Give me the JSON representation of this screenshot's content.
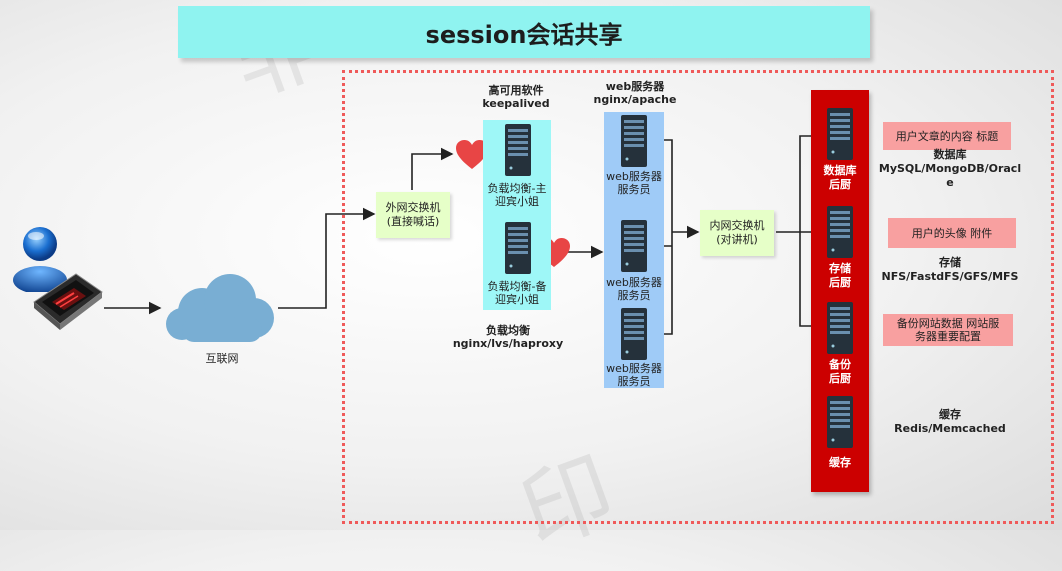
{
  "title": "session会话共享",
  "internet": {
    "label": "互联网"
  },
  "outer_switch": {
    "line1": "外网交换机",
    "line2": "(直接喊话)"
  },
  "keepalived": {
    "line1": "高可用软件",
    "line2": "keepalived"
  },
  "lb_master": {
    "line1": "负载均衡-主",
    "line2": "迎宾小姐"
  },
  "lb_backup": {
    "line1": "负载均衡-备",
    "line2": "迎宾小姐"
  },
  "lb_caption": {
    "line1": "负载均衡",
    "line2": "nginx/lvs/haproxy"
  },
  "web_caption": {
    "line1": "web服务器",
    "line2": "nginx/apache"
  },
  "web_servers": [
    {
      "line1": "web服务器",
      "line2": "服务员"
    },
    {
      "line1": "web服务器",
      "line2": "服务员"
    },
    {
      "line1": "web服务器",
      "line2": "服务员"
    }
  ],
  "inner_switch": {
    "line1": "内网交换机",
    "line2": "(对讲机)"
  },
  "backends": [
    {
      "line1": "数据库",
      "line2": "后厨"
    },
    {
      "line1": "存储",
      "line2": "后厨"
    },
    {
      "line1": "备份",
      "line2": "后厨"
    },
    {
      "line1": "缓存",
      "line2": ""
    }
  ],
  "notes": [
    {
      "text": "用户文章的内容 标题"
    },
    {
      "text": "用户的头像 附件"
    },
    {
      "line1": "备份网站数据 网站服",
      "line2": "务器重要配置"
    }
  ],
  "right_labels": [
    {
      "line1": "数据库",
      "line2": "MySQL/MongoDB/Oracl",
      "line3": "e"
    },
    {
      "line1": "存储",
      "line2": "NFS/FastdFS/GFS/MFS"
    },
    {
      "line1": "缓存",
      "line2": "Redis/Memcached"
    }
  ],
  "colors": {
    "title_bg": "#8ff3f0",
    "dashed_border": "#ef5a5a",
    "switch_bg": "#e6ffc8",
    "lb_column": "#9ef7f7",
    "web_column": "#9fcbf7",
    "backend_column": "#cc0000",
    "note_bg": "#f8a0a0",
    "heart": "#e84545"
  },
  "icons": [
    "user-icon",
    "laptop-icon",
    "cloud-icon",
    "server-icon",
    "heart-icon"
  ]
}
